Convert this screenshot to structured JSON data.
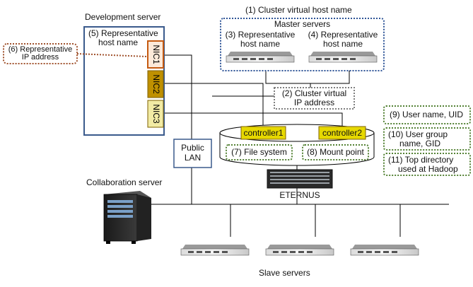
{
  "colors": {
    "dev_border": "#3a5a8c",
    "master_border": "#2f5597",
    "nic1": "#f4b183",
    "nic1_border": "#c55a11",
    "nic2": "#bf9000",
    "nic3": "#f0e68c",
    "controller": "#e6d800",
    "dotted_green": "#548235",
    "dotted_brown": "#a0522d",
    "line": "#000000"
  },
  "dev_server": {
    "title": "Development server",
    "rep_host_line1": "(5) Representative",
    "rep_host_line2": "host name",
    "nics": [
      "NIC1",
      "NIC2",
      "NIC3"
    ]
  },
  "rep_ip": {
    "line1": "(6) Representative",
    "line2": "IP address"
  },
  "cluster_name": "(1) Cluster virtual host name",
  "master": {
    "title": "Master servers",
    "host3_line1": "(3) Representative",
    "host3_line2": "host name",
    "host4_line1": "(4) Representative",
    "host4_line2": "host name"
  },
  "cluster_ip": {
    "line1": "(2) Cluster virtual",
    "line2": "IP address"
  },
  "storage": {
    "controller1": "controller1",
    "controller2": "controller2",
    "file_system": "(7) File system",
    "mount_point": "(8) Mount point",
    "name": "ETERNUS"
  },
  "public_lan": {
    "line1": "Public",
    "line2": "LAN"
  },
  "collab_server": "Collaboration server",
  "slave_servers": "Slave servers",
  "info": {
    "user_name": "(9) User name, UID",
    "group_line1": "(10) User group",
    "group_line2": "name, GID",
    "topdir_line1": "(11) Top directory",
    "topdir_line2": "used at Hadoop"
  }
}
